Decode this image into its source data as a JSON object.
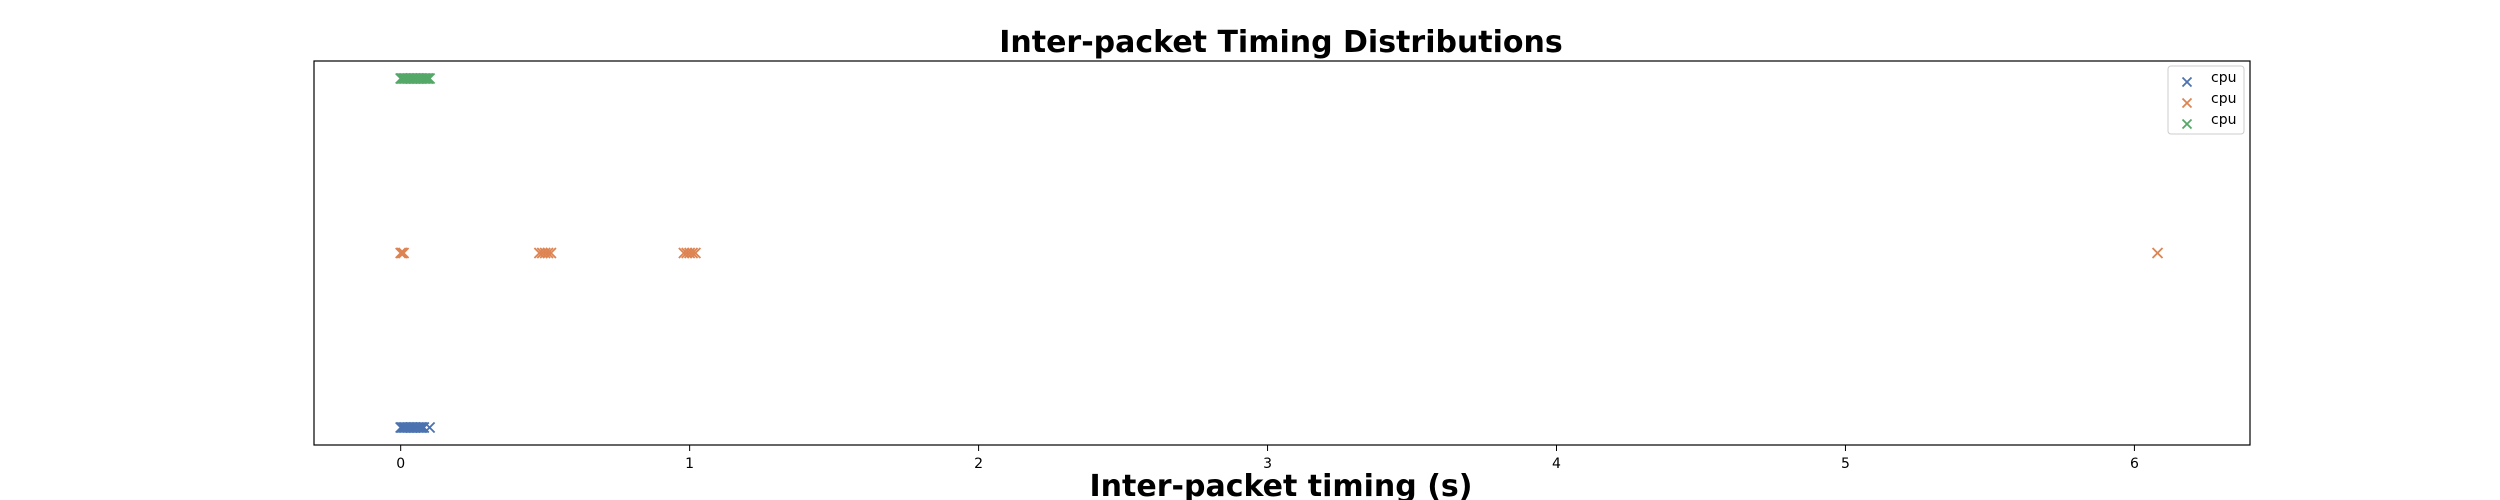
{
  "chart_data": {
    "type": "scatter",
    "title": "Inter-packet Timing Distributions",
    "xlabel": "Inter-packet timing (s)",
    "ylabel": "",
    "xlim": [
      -0.3,
      6.4
    ],
    "ylim": [
      -0.1,
      2.1
    ],
    "x_ticks": [
      0,
      1,
      2,
      3,
      4,
      5,
      6
    ],
    "x_tick_labels": [
      "0",
      "1",
      "2",
      "3",
      "4",
      "5",
      "6"
    ],
    "y_ticks_shown": false,
    "grid": false,
    "legend_position": "top-right",
    "marker": "x",
    "series": [
      {
        "name": "cpu",
        "color": "#4c72b0",
        "y_level": 0,
        "x": [
          0.0,
          0.005,
          0.01,
          0.015,
          0.02,
          0.025,
          0.03,
          0.035,
          0.04,
          0.045,
          0.05,
          0.055,
          0.06,
          0.065,
          0.07,
          0.075,
          0.08,
          0.1
        ]
      },
      {
        "name": "cpu",
        "color": "#dd8452",
        "y_level": 1,
        "x": [
          0.0,
          0.005,
          0.01,
          0.48,
          0.49,
          0.5,
          0.51,
          0.52,
          0.98,
          0.99,
          1.0,
          1.01,
          1.02,
          6.08
        ]
      },
      {
        "name": "cpu",
        "color": "#55a868",
        "y_level": 2,
        "x": [
          0.0,
          0.005,
          0.01,
          0.015,
          0.02,
          0.025,
          0.03,
          0.035,
          0.04,
          0.045,
          0.05,
          0.055,
          0.06,
          0.065,
          0.07,
          0.075,
          0.08,
          0.085,
          0.09,
          0.095,
          0.1
        ]
      }
    ]
  }
}
